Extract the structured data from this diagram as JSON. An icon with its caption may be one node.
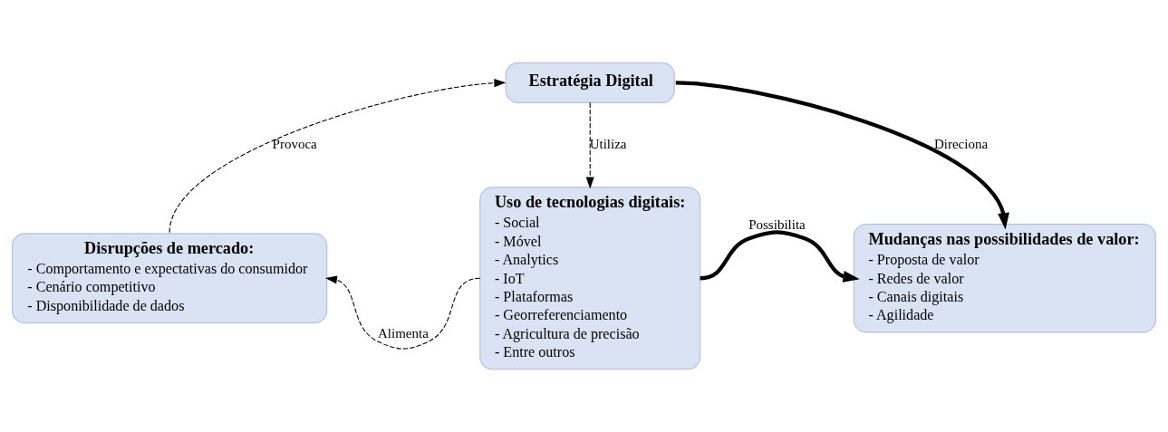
{
  "diagram": {
    "nodes": [
      {
        "text": [
          "Estratégia Digital"
        ]
      },
      {
        "text": [
          "Disrupções de mercado:",
          "- Comportamento e expectativas do consumidor",
          "- Cenário competitivo",
          "- Disponibilidade de dados"
        ]
      },
      {
        "text": [
          "Uso de tecnologias digitais:",
          "- Social",
          "- Móvel",
          "- Analytics",
          "- IoT",
          "- Plataformas",
          "- Georreferenciamento",
          "- Agricultura de precisão",
          "- Entre outros"
        ]
      },
      {
        "text": [
          "Mudanças nas possibilidades de valor:",
          "- Proposta de valor",
          "- Redes de valor",
          "- Canais digitais",
          "- Agilidade"
        ]
      }
    ],
    "edges": [
      {
        "from": 1,
        "to": 0,
        "arrow": "to",
        "label": "Provoca",
        "style": "dashed"
      },
      {
        "from": 0,
        "to": 2,
        "arrow": "to",
        "label": "Utiliza",
        "style": "dashed"
      },
      {
        "from": 0,
        "to": 3,
        "arrow": "to",
        "label": "Direciona",
        "style": "thick"
      },
      {
        "from": 2,
        "to": 1,
        "arrow": "to",
        "label": "Alimenta",
        "style": "dashed"
      },
      {
        "from": 2,
        "to": 3,
        "arrow": "to",
        "label": "Possibilita",
        "style": "thick"
      }
    ]
  }
}
